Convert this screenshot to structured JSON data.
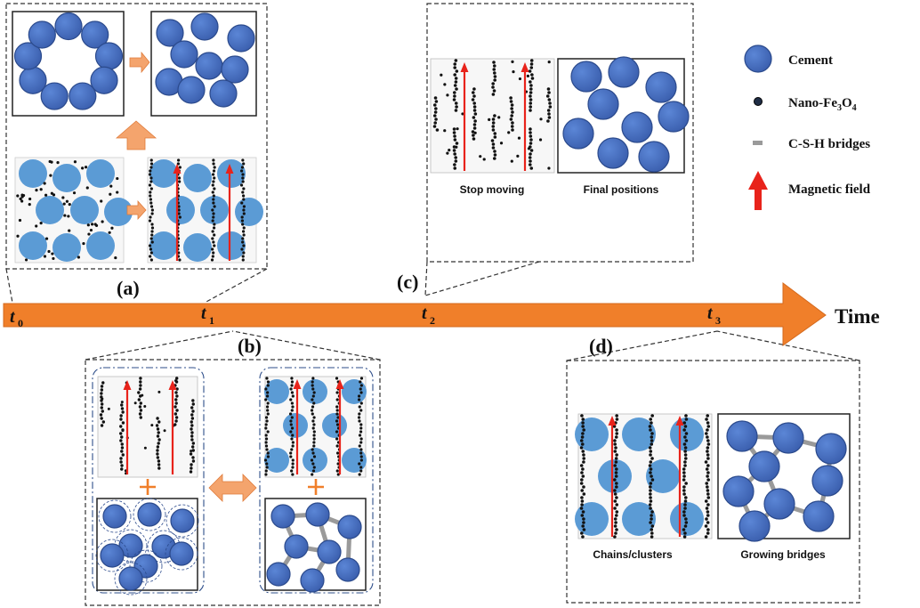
{
  "legend": {
    "cement": "Cement",
    "nano_prefix": "Nano-Fe",
    "nano_sub1": "3",
    "nano_mid": "O",
    "nano_sub2": "4",
    "csh": "C-S-H bridges",
    "magnetic": "Magnetic field"
  },
  "timeline": {
    "axis_label": "Time",
    "t0": "t",
    "t0_sub": "0",
    "t1": "t",
    "t1_sub": "1",
    "t2": "t",
    "t2_sub": "2",
    "t3": "t",
    "t3_sub": "3"
  },
  "panels": {
    "a": "(a)",
    "b": "(b)",
    "c": "(c)",
    "d": "(d)"
  },
  "captions": {
    "stop_moving": "Stop moving",
    "final_positions": "Final positions",
    "chains_clusters": "Chains/clusters",
    "growing_bridges": "Growing bridges"
  },
  "colors": {
    "cement_dark": "#4a6fc0",
    "cement_light": "#5b9bd5",
    "timeline": "#f07f2a",
    "arrow_red": "#e8231b",
    "connector": "#f4a46d",
    "csh_grey": "#9a9a9a"
  }
}
